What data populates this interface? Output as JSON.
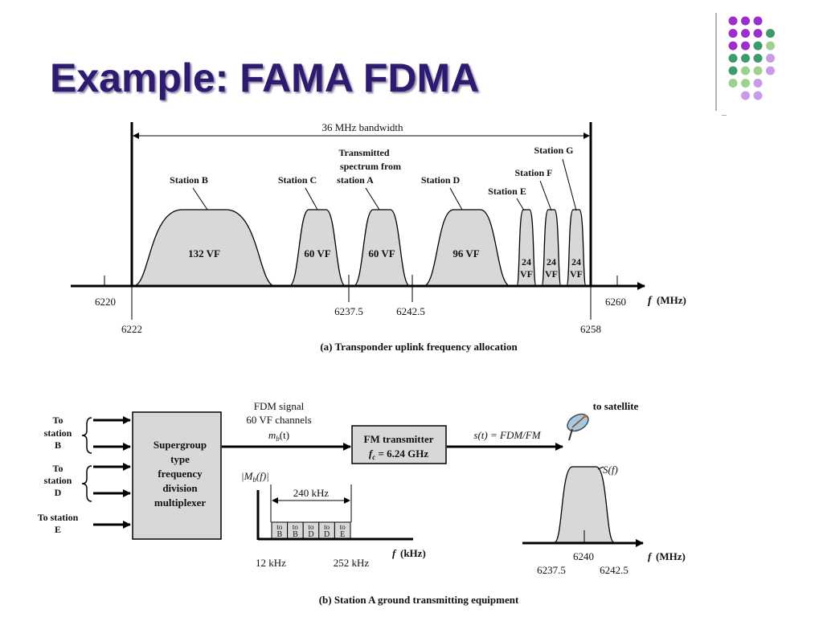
{
  "slide": {
    "title": "Example: FAMA FDMA"
  },
  "deco_colors": {
    "purple": "#9b2fc9",
    "green": "#3d9a6a",
    "lightgreen": "#9fd08e",
    "lavender": "#c79be8"
  },
  "fig_a": {
    "bandwidth_label": "36 MHz bandwidth",
    "caption": "(a) Transponder uplink frequency allocation",
    "axis_label_f": "f",
    "axis_label_unit": "(MHz)",
    "ticks": {
      "t6220": "6220",
      "t6222": "6222",
      "t6237": "6237.5",
      "t6242": "6242.5",
      "t6258": "6258",
      "t6260": "6260"
    },
    "stations": {
      "b": "Station B",
      "c": "Station C",
      "a1": "Transmitted",
      "a2": "spectrum from",
      "a3": "station A",
      "d": "Station D",
      "e": "Station E",
      "f": "Station F",
      "g": "Station G"
    },
    "bands": {
      "b": "132 VF",
      "c": "60 VF",
      "a": "60 VF",
      "d": "96 VF",
      "small_top": "24",
      "small_bottom": "VF"
    }
  },
  "fig_b": {
    "caption": "(b) Station A ground transmitting equipment",
    "inputs": {
      "b1": "To",
      "b2": "station",
      "b3": "B",
      "d1": "To",
      "d2": "station",
      "d3": "D",
      "e1": "To station",
      "e2": "E"
    },
    "mux": {
      "l1": "Supergroup",
      "l2": "type",
      "l3": "frequency",
      "l4": "division",
      "l5": "multiplexer"
    },
    "fdm": {
      "l1": "FDM signal",
      "l2": "60 VF channels",
      "l3_main": "m",
      "l3_sub": "b",
      "l3_arg": "(t)"
    },
    "fm": {
      "l1": "FM transmitter",
      "l2_main": "f",
      "l2_sub": "c",
      "l2_rest": " = 6.24 GHz"
    },
    "st_label": "s(t) = FDM/FM",
    "to_satellite": "to satellite",
    "spectrum_mb": {
      "label_a": "|M",
      "label_sub": "b",
      "label_b": "(f)|",
      "width": "240 kHz",
      "lo": "12 kHz",
      "hi": "252 kHz",
      "axis_f": "f",
      "axis_unit": "(kHz)",
      "slots": [
        {
          "top": "to",
          "bottom": "B"
        },
        {
          "top": "to",
          "bottom": "B"
        },
        {
          "top": "to",
          "bottom": "D"
        },
        {
          "top": "to",
          "bottom": "D"
        },
        {
          "top": "to",
          "bottom": "E"
        }
      ]
    },
    "spectrum_s": {
      "label": "S(f)",
      "center": "6240",
      "lo": "6237.5",
      "hi": "6242.5",
      "axis_f": "f",
      "axis_unit": "(MHz)"
    }
  }
}
